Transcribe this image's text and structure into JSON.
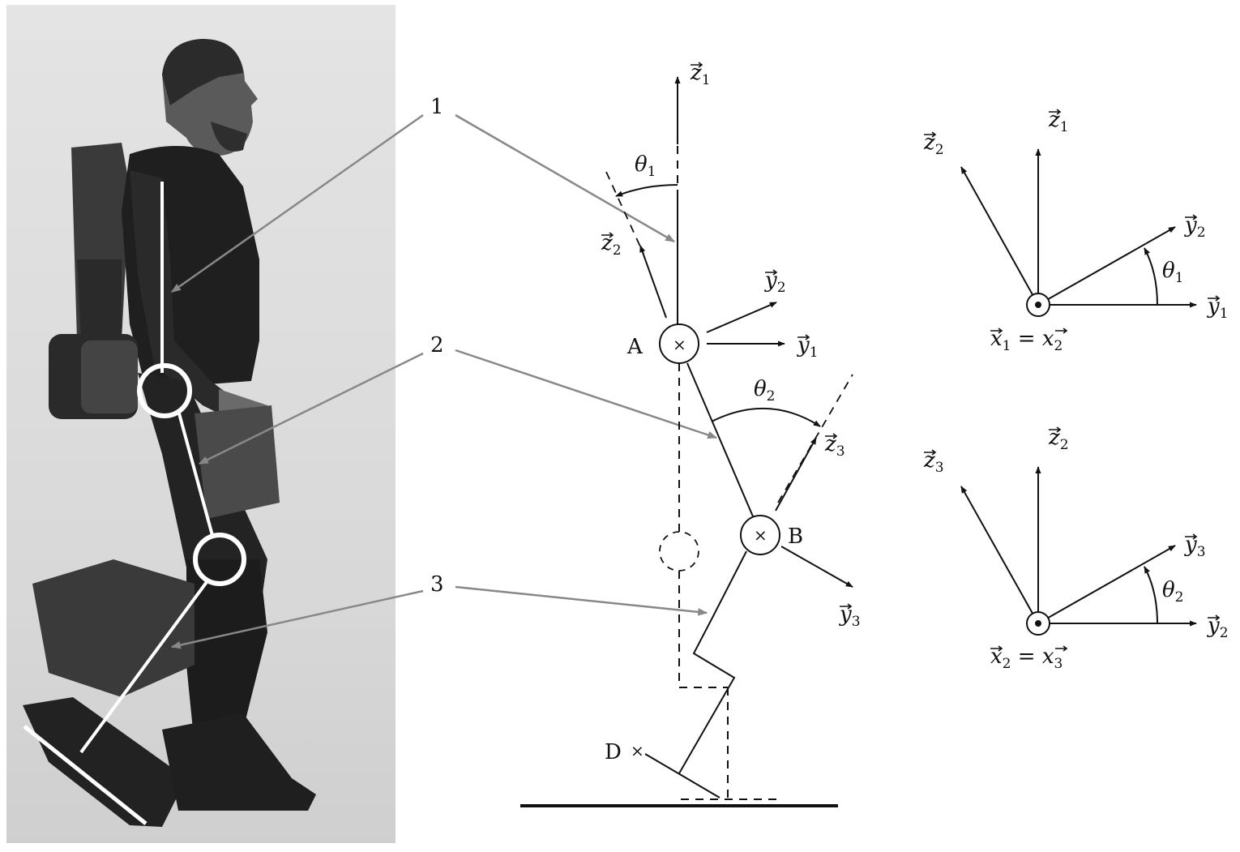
{
  "callouts": {
    "c1": "1",
    "c2": "2",
    "c3": "3"
  },
  "points": {
    "A": "A",
    "B": "B",
    "D": "D"
  },
  "symbols": {
    "vz1": "z",
    "vz1s": "1",
    "vz2": "z",
    "vz2s": "2",
    "vy2": "y",
    "vy2s": "2",
    "vy1": "y",
    "vy1s": "1",
    "vz3": "z",
    "vz3s": "3",
    "vy3": "y",
    "vy3s": "3",
    "th1": "θ",
    "th1s": "1",
    "th2": "θ",
    "th2s": "2",
    "cross": "×"
  },
  "frame1": {
    "z1": "z",
    "z1s": "1",
    "z2": "z",
    "z2s": "2",
    "y2": "y",
    "y2s": "2",
    "y1": "y",
    "y1s": "1",
    "th": "θ",
    "ths": "1",
    "eq_a": "x",
    "eq_as": "1",
    "eq_op": " = ",
    "eq_b": "x",
    "eq_bs": "2"
  },
  "frame2": {
    "z2": "z",
    "z2s": "2",
    "z3": "z",
    "z3s": "3",
    "y3": "y",
    "y3s": "3",
    "y2": "y",
    "y2s": "2",
    "th": "θ",
    "ths": "2",
    "eq_a": "x",
    "eq_as": "2",
    "eq_op": " = ",
    "eq_b": "x",
    "eq_bs": "3"
  },
  "colors": {
    "ink": "#111111",
    "callout": "#888888",
    "photo_bg": "#d6d6d6",
    "overlay": "#ffffff"
  }
}
